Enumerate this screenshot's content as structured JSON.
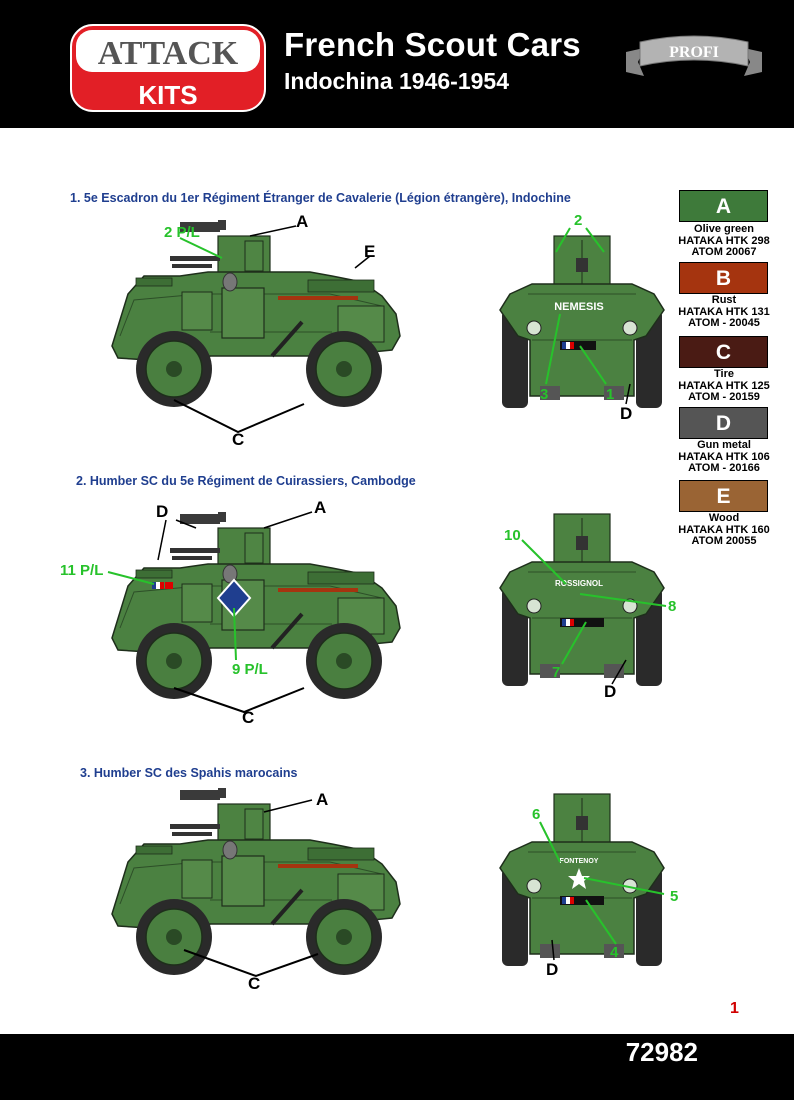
{
  "header": {
    "logo_top": "ATTACK",
    "logo_bottom": "KITS",
    "title": "French Scout Cars",
    "subtitle": "Indochina 1946-1954",
    "ribbon": "PROFI",
    "colors": {
      "logo_red": "#e21f26",
      "header_bg": "#000000"
    }
  },
  "schemes": [
    {
      "heading": "1. 5e Escadron du 1er Régiment Étranger de Cavalerie (Légion étrangère), Indochine",
      "plate_name": "NEMESIS"
    },
    {
      "heading": "2. Humber SC du 5e Régiment de Cuirassiers, Cambodge",
      "plate_name": "ROSSIGNOL"
    },
    {
      "heading": "3. Humber SC des Spahis marocains",
      "plate_name": "FONTENOY"
    }
  ],
  "callouts": {
    "s1": {
      "a": "A",
      "e": "E",
      "c": "C",
      "decal_2pl": "2 P/L",
      "f2": "2",
      "f3": "3",
      "f1": "1",
      "fD": "D"
    },
    "s2": {
      "d": "D",
      "a": "A",
      "decal_11pl": "11 P/L",
      "decal_9pl": "9 P/L",
      "c": "C",
      "f10": "10",
      "f8": "8",
      "f7": "7",
      "fD": "D"
    },
    "s3": {
      "a": "A",
      "c": "C",
      "f6": "6",
      "f5": "5",
      "f4": "4",
      "fD": "D"
    }
  },
  "paints": [
    {
      "letter": "A",
      "lines": [
        "Olive green",
        "HATAKA HTK 298",
        "ATOM 20067"
      ],
      "color": "#3e7a3a"
    },
    {
      "letter": "B",
      "lines": [
        "Rust",
        "HATAKA HTK 131",
        "ATOM - 20045"
      ],
      "color": "#a5340f"
    },
    {
      "letter": "C",
      "lines": [
        "Tire",
        "HATAKA HTK 125",
        "ATOM - 20159"
      ],
      "color": "#4a1b14"
    },
    {
      "letter": "D",
      "lines": [
        "Gun metal",
        "HATAKA HTK 106",
        "ATOM - 20166"
      ],
      "color": "#555555"
    },
    {
      "letter": "E",
      "lines": [
        "Wood",
        "HATAKA HTK 160",
        "ATOM 20055"
      ],
      "color": "#9a6434"
    }
  ],
  "footer": {
    "product_code": "72982",
    "page_number": "1"
  }
}
